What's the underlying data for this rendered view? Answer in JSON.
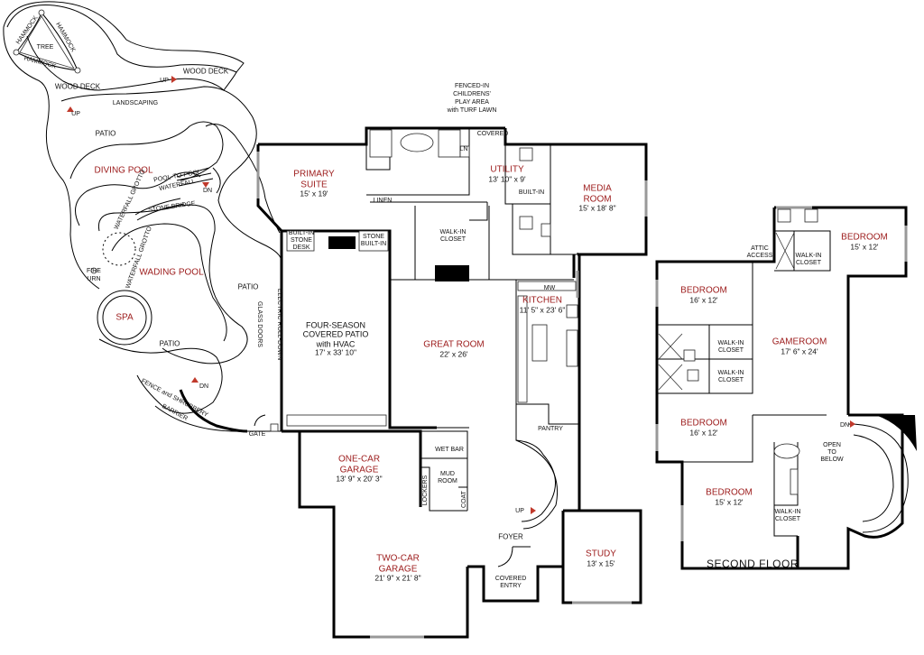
{
  "floors": {
    "second_floor_label": "SECOND FLOOR"
  },
  "outdoor": {
    "hammock_1": "HAMMOCK",
    "hammock_2": "HAMMOCK",
    "hammock_3": "HAMMOCK",
    "tree": "TREE",
    "wood_deck_left": "WOOD DECK",
    "wood_deck_right": "WOOD DECK",
    "landscaping": "LANDSCAPING",
    "up_1": "UP",
    "up_2": "UP",
    "patio_top": "PATIO",
    "diving_pool": "DIVING POOL",
    "pool_to_pool_waterfall": "POOL-TO-POOL",
    "waterfall": "WATERFALL",
    "dn_1": "DN",
    "waterfall_grotto_1": "WATERFALL GROTTO",
    "stone_bridge": "STONE BRIDGE",
    "waterfall_grotto_2": "WATERFALL GROTTO",
    "wading_pool": "WADING POOL",
    "fire_urn_1": "FIRE",
    "fire_urn_2": "URN",
    "spa": "SPA",
    "patio_mid": "PATIO",
    "patio_low": "PATIO",
    "dn_2": "DN",
    "fence_barrier_1": "FENCE and SHRUBBERY",
    "fence_barrier_2": "BARRIER",
    "gate": "GATE",
    "play_area_1": "FENCED-IN",
    "play_area_2": "CHILDRENS'",
    "play_area_3": "PLAY AREA",
    "play_area_4": "with TURF LAWN",
    "covered": "COVERED",
    "roll_down_1": "ELECTRIC ROLL-DOWN",
    "roll_down_2": "GLASS DOORS"
  },
  "rooms": {
    "primary_suite": {
      "name1": "PRIMARY",
      "name2": "SUITE",
      "dim": "15' x 19'"
    },
    "utility": {
      "name": "UTILITY",
      "dim": "13' 10\" x 9'"
    },
    "media_room": {
      "name1": "MEDIA",
      "name2": "ROOM",
      "dim": "15' x 18' 8\""
    },
    "four_season": {
      "name1": "FOUR-SEASON",
      "name2": "COVERED PATIO",
      "name3": "with HVAC",
      "dim": "17' x 33' 10\""
    },
    "great_room": {
      "name": "GREAT ROOM",
      "dim": "22' x 26'"
    },
    "kitchen": {
      "name": "KITCHEN",
      "dim": "11' 5\" x 23' 6\""
    },
    "one_car_garage": {
      "name1": "ONE-CAR",
      "name2": "GARAGE",
      "dim": "13' 9\" x 20' 3\""
    },
    "two_car_garage": {
      "name1": "TWO-CAR",
      "name2": "GARAGE",
      "dim": "21' 9\" x 21' 8\""
    },
    "study": {
      "name": "STUDY",
      "dim": "13' x 15'"
    },
    "bedroom_top_right": {
      "name": "BEDROOM",
      "dim": "15' x 12'"
    },
    "bedroom_upper_left": {
      "name": "BEDROOM",
      "dim": "16' x 12'"
    },
    "gameroom": {
      "name": "GAMEROOM",
      "dim": "17' 6\" x 24'"
    },
    "bedroom_mid_left": {
      "name": "BEDROOM",
      "dim": "16' x 12'"
    },
    "bedroom_bottom": {
      "name": "BEDROOM",
      "dim": "15' x 12'"
    }
  },
  "labels": {
    "ln": "LN",
    "linen": "LINEN",
    "built_in": "BUILT-IN",
    "walk_in_closet_1": "WALK-IN",
    "walk_in_closet_2": "CLOSET",
    "built_in_stone_desk_1": "BUILT-IN",
    "built_in_stone_desk_2": "STONE",
    "built_in_stone_desk_3": "DESK",
    "stone_built_in_1": "STONE",
    "stone_built_in_2": "BUILT-IN",
    "mw": "MW",
    "pantry": "PANTRY",
    "wet_bar": "WET BAR",
    "mud_room_1": "MUD",
    "mud_room_2": "ROOM",
    "lockers": "LOCKERS",
    "coat": "COAT",
    "up_stairs": "UP",
    "foyer": "FOYER",
    "covered_entry_1": "COVERED",
    "covered_entry_2": "ENTRY",
    "attic_access_1": "ATTIC",
    "attic_access_2": "ACCESS",
    "wic_sf_1a": "WALK-IN",
    "wic_sf_1b": "CLOSET",
    "wic_sf_2a": "WALK-IN",
    "wic_sf_2b": "CLOSET",
    "wic_sf_3a": "WALK-IN",
    "wic_sf_3b": "CLOSET",
    "wic_sf_4a": "WALK-IN",
    "wic_sf_4b": "CLOSET",
    "dn_sf": "DN",
    "open_to_below_1": "OPEN",
    "open_to_below_2": "TO",
    "open_to_below_3": "BELOW"
  },
  "colors": {
    "room_name": "#9c1b1b",
    "arrow": "#c0392b",
    "wall": "#000000"
  }
}
